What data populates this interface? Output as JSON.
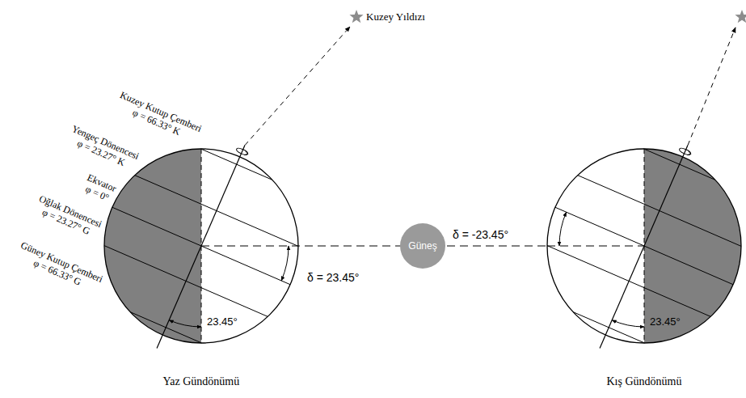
{
  "diagram": {
    "nodes": [
      {
        "text": [
          "Güneş"
        ]
      }
    ],
    "labels": [
      "Kuzey Yıldızı",
      "Kuzey Kutup Çemberi",
      "φ = 66.33° K",
      "Yengeç Dönencesi",
      "φ = 23.27° K",
      "Ekvator",
      "φ = 0°",
      "Oğlak Dönencesi",
      "φ = 23.27° G",
      "Güney Kutup Çemberi",
      "φ = 66.33° G",
      "δ = 23.45°",
      "23.45°",
      "δ = -23.45°",
      "23.45°",
      "Yaz Gündönümü",
      "Kış Gündönümü"
    ]
  }
}
